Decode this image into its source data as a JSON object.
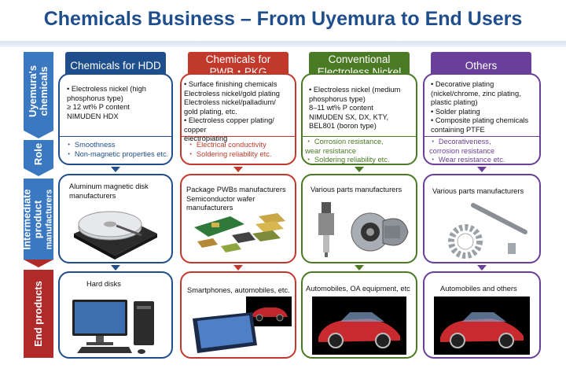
{
  "title": "Chemicals Business – From Uyemura to End Users",
  "lanes": {
    "chemicals": "Uyemura's chemicals",
    "role": "Role",
    "intermediate_line1": "Intermediate",
    "intermediate_line2": "product",
    "intermediate_line3": "manufacturers",
    "end": "End products"
  },
  "colors": {
    "hdd": "#1f4e8c",
    "pwb": "#c0392b",
    "nickel": "#4a7a23",
    "others": "#6a3f99",
    "lane_blue": "#3a78c2",
    "lane_red": "#b02a2a"
  },
  "columns": [
    {
      "header": "Chemicals for HDD",
      "chem": [
        "• Electroless nickel  (high",
        "  phosphorus type)",
        "  ≥ 12 wt% P content",
        "  NIMUDEN HDX"
      ],
      "role": [
        "・ Smoothness",
        "・ Non-magnetic properties   etc."
      ],
      "intermediate": "Aluminum magnetic disk manufacturers",
      "end": "Hard disks"
    },
    {
      "header_line1": "Chemicals for",
      "header_line2": "PWB・PKG",
      "chem": [
        "• Surface finishing chemicals",
        "   Electroless nickel/gold plating",
        "   Electroless nickel/palladium/",
        "gold plating, etc.",
        "• Electroless copper plating/ copper",
        "electroplating"
      ],
      "role": [
        "・ Electrical conductivity",
        "・ Soldering reliability          etc."
      ],
      "intermediate": "Package PWBs manufacturers Semiconductor wafer manufacturers",
      "end": "Smartphones, automobiles, etc."
    },
    {
      "header_line1": "Conventional",
      "header_line2": "Electroless Nickel",
      "chem": [
        "• Electroless nickel (medium",
        "  phosphorus type)",
        "  8–11 wt% P content",
        "  NIMUDEN SX, DX, KTY,",
        "BEL801 (boron type)"
      ],
      "role": [
        "・ Corrosion resistance,",
        "   wear resistance",
        "・ Soldering reliability          etc."
      ],
      "intermediate": "Various parts manufacturers",
      "end": "Automobiles, OA equipment, etc"
    },
    {
      "header": "Others",
      "chem": [
        "• Decorative plating",
        "(nickel/chrome, zinc plating,",
        "plastic plating)",
        "• Solder plating",
        "• Composite plating chemicals",
        "containing PTFE"
      ],
      "role": [
        "・ Decorativeness,",
        "   corrosion resistance",
        "・ Wear resistance             etc."
      ],
      "intermediate": "Various parts manufacturers",
      "end": "Automobiles and others"
    }
  ]
}
